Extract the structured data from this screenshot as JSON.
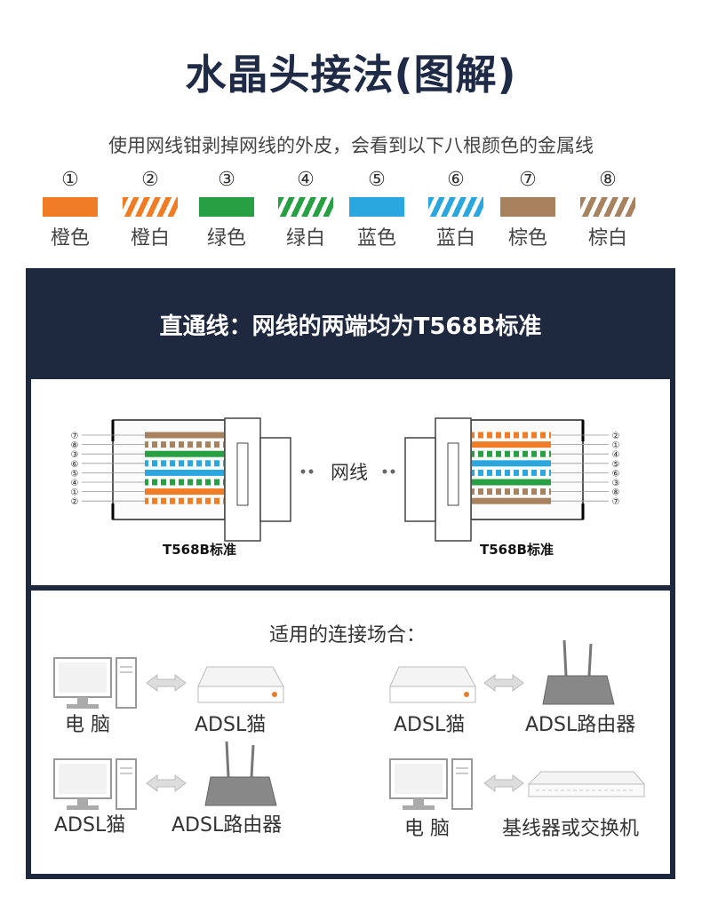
{
  "title": "水晶头接法(图解)",
  "subtitle": "使用网线钳剥掉网线的外皮，会看到以下八根颜色的金属线",
  "wires": [
    {
      "num": "①",
      "name": "橙色",
      "color": "#f07d26",
      "striped": false
    },
    {
      "num": "②",
      "name": "橙白",
      "color": "#f07d26",
      "striped": true
    },
    {
      "num": "③",
      "name": "绿色",
      "color": "#27a043",
      "striped": false
    },
    {
      "num": "④",
      "name": "绿白",
      "color": "#27a043",
      "striped": true
    },
    {
      "num": "⑤",
      "name": "蓝色",
      "color": "#2aa7df",
      "striped": false
    },
    {
      "num": "⑥",
      "name": "蓝白",
      "color": "#2aa7df",
      "striped": true
    },
    {
      "num": "⑦",
      "name": "棕色",
      "color": "#a8825e",
      "striped": false
    },
    {
      "num": "⑧",
      "name": "棕白",
      "color": "#a8825e",
      "striped": true
    }
  ],
  "panel": {
    "title": "直通线：网线的两端均为T568B标准",
    "cable_label": "网线",
    "left_standard": "T568B标准",
    "right_standard": "T568B标准",
    "left_pin_order": [
      "⑦",
      "⑧",
      "③",
      "⑥",
      "⑤",
      "④",
      "①",
      "②"
    ],
    "right_pin_order": [
      "②",
      "①",
      "④",
      "⑤",
      "⑥",
      "③",
      "⑧",
      "⑦"
    ]
  },
  "usage": {
    "heading": "适用的连接场合：",
    "pairs": [
      {
        "left": "电 脑",
        "right": "ADSL猫"
      },
      {
        "left": "ADSL猫",
        "right": "ADSL路由器"
      },
      {
        "left": "ADSL猫",
        "right": "ADSL路由器"
      },
      {
        "left": "电 脑",
        "right": "基线器或交换机"
      }
    ]
  },
  "colors": {
    "navy": "#1e2940",
    "title": "#1f2b46"
  }
}
